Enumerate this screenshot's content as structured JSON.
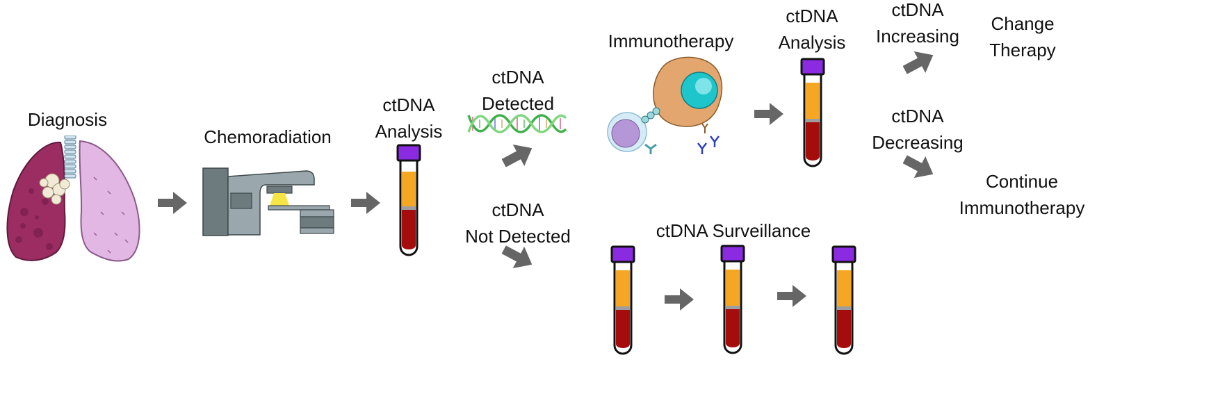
{
  "labels": {
    "diagnosis": "Diagnosis",
    "chemoradiation": "Chemoradiation",
    "analysis1": [
      "ctDNA",
      "Analysis"
    ],
    "detected": [
      "ctDNA",
      "Detected"
    ],
    "not_detected": [
      "ctDNA",
      "Not Detected"
    ],
    "immunotherapy": "Immunotherapy",
    "analysis2": [
      "ctDNA",
      "Analysis"
    ],
    "increasing": [
      "ctDNA",
      "Increasing"
    ],
    "decreasing": [
      "ctDNA",
      "Decreasing"
    ],
    "change_therapy": [
      "Change",
      "Therapy"
    ],
    "continue_immunotherapy": [
      "Continue",
      "Immunotherapy"
    ],
    "surveillance": "ctDNA Surveillance"
  },
  "colors": {
    "arrow": "#666666",
    "tube_cap": "#8a2be2",
    "plasma": "#f5a623",
    "blood": "#a50d0d",
    "lung_diseased": "#9c2d63",
    "lung_healthy": "#e3b7e3",
    "machine": "#9aa8ad"
  },
  "icons": [
    "lungs-icon",
    "linac-machine-icon",
    "blood-tube-icon",
    "dna-helix-icon",
    "immune-cells-icon",
    "arrow-icon"
  ]
}
